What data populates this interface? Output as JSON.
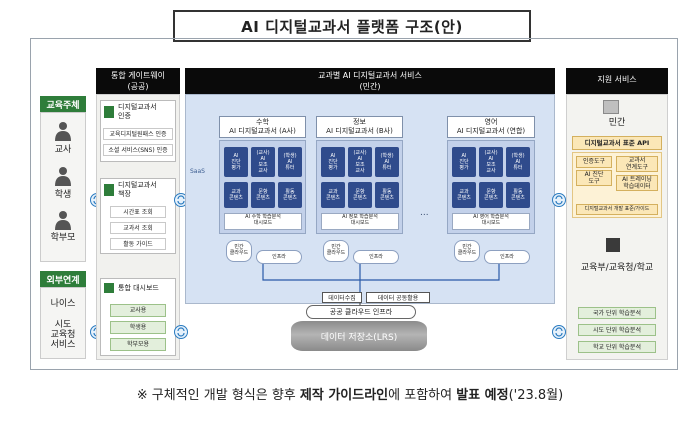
{
  "title": "AI 디지털교과서 플랫폼 구조(안)",
  "left": {
    "subject_label": "교육주체",
    "actors": [
      "교사",
      "학생",
      "학부모"
    ],
    "external_label": "외부연계",
    "external_items": [
      "나이스",
      "시도\n교육청\n서비스"
    ]
  },
  "gateway": {
    "header": "통합 게이트웨이\n(공공)",
    "auth_card": {
      "title": "디지털교과서\n인증",
      "items": [
        "교육디지털원패스 인증",
        "소셜 서비스(SNS) 인증"
      ]
    },
    "book_card": {
      "title": "디지털교과서\n책장",
      "items": [
        "시간표 조회",
        "교과서 조회",
        "활동 가이드"
      ]
    },
    "dash_card": {
      "title": "통합 대시보드",
      "items": [
        "교사용",
        "학생용",
        "학부모용"
      ]
    }
  },
  "center": {
    "header": "교과별 AI 디지털교과서 서비스\n(민간)",
    "saas_label": "SaaS",
    "ellipsis": "...",
    "subjects": [
      {
        "title": "수학\nAI 디지털교과서 (A사)",
        "tiles": [
          "AI\n진단\n평가",
          "(교사)\nAI\n보조\n교사",
          "(학생)\nAI\n튜터",
          "교과\n콘텐츠",
          "문항\n콘텐츠",
          "활동\n콘텐츠"
        ],
        "dashboard": "AI 수학 학습분석\n대시보드",
        "cloud": "민간\n클라우드",
        "infra": "인프라"
      },
      {
        "title": "정보\nAI 디지털교과서 (B사)",
        "tiles": [
          "AI\n진단\n평가",
          "(교사)\nAI\n보조\n교사",
          "(학생)\nAI\n튜터",
          "교과\n콘텐츠",
          "문항\n콘텐츠",
          "활동\n콘텐츠"
        ],
        "dashboard": "AI 정보 학습분석\n대시보드",
        "cloud": "민간\n클라우드",
        "infra": "인프라"
      },
      {
        "title": "영어\nAI 디지털교과서 (연합)",
        "tiles": [
          "AI\n진단\n평가",
          "(교사)\nAI\n보조\n교사",
          "(학생)\nAI\n튜터",
          "교과\n콘텐츠",
          "문항\n콘텐츠",
          "활동\n콘텐츠"
        ],
        "dashboard": "AI 영어 학습분석\n대시보드",
        "cloud": "민간\n클라우드",
        "infra": "인프라"
      }
    ],
    "collect_label": "데이터수집",
    "share_label": "데이터 공동활용",
    "public_cloud": "공공 클라우드 인프라",
    "storage": "데이터 저장소(LRS)"
  },
  "right": {
    "header": "지원 서비스",
    "private_label": "민간",
    "api_title": "디지털교과서 표준 API",
    "api_items": [
      "인증도구",
      "AI 진단\n도구",
      "교과서\n연계도구",
      "AI 트레이닝\n학습데이터",
      "디지털교과서 개발 표준/가이드"
    ],
    "gov_label": "교육부/교육청/학교",
    "gov_items": [
      "국가 단위 학습분석",
      "시도 단위 학습분석",
      "학교 단위 학습분석"
    ]
  },
  "note": {
    "prefix": "※ 구체적인 개발 형식은 향후 ",
    "bold1": "제작 가이드라인",
    "mid": "에 포함하여 ",
    "bold2": "발표 예정",
    "suffix": "('23.8월)"
  }
}
